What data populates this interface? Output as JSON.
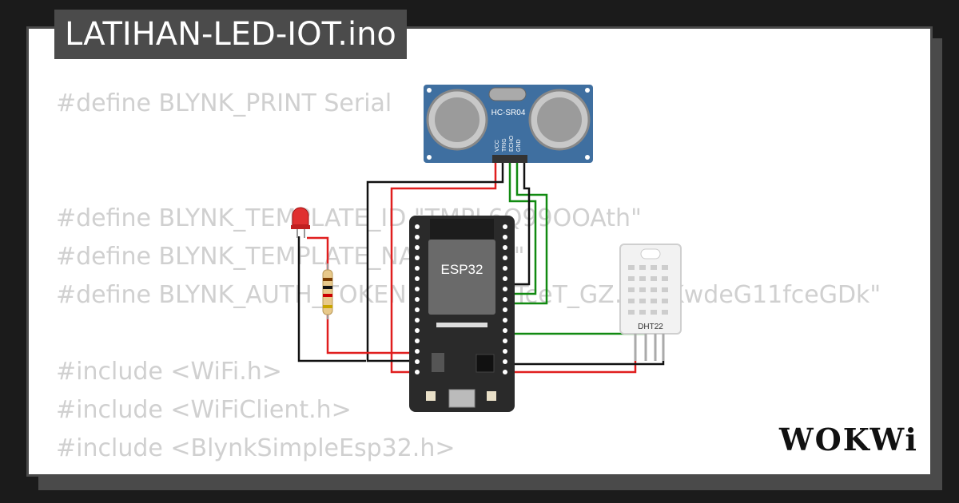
{
  "title": "LATIHAN-LED-IOT.ino",
  "code_lines": [
    "#define BLYNK_PRINT Serial",
    "",
    "",
    "#define BLYNK_TEMPLATE_ID \"TMPL6Q99OOAth\"",
    "#define BLYNK_TEMPLATE_NAME \"aaa\"",
    "#define BLYNK_AUTH_TOKEN \"AM4MXTceT_GZ…dTKwdeG11fceGDk\"",
    "",
    "#include <WiFi.h>",
    "#include <WiFiClient.h>",
    "#include <BlynkSimpleEsp32.h>"
  ],
  "components": {
    "ultrasonic": {
      "label": "HC-SR04",
      "pins": [
        "VCC",
        "TRIG",
        "ECHO",
        "GND"
      ]
    },
    "mcu": {
      "label": "ESP32"
    },
    "sensor": {
      "label": "DHT22"
    }
  },
  "brand": "WOKWi",
  "colors": {
    "wire_red": "#e01e1e",
    "wire_green": "#118a11",
    "wire_black": "#111111",
    "board": "#2a2a2a",
    "sensor_blue": "#3f6fa0"
  }
}
